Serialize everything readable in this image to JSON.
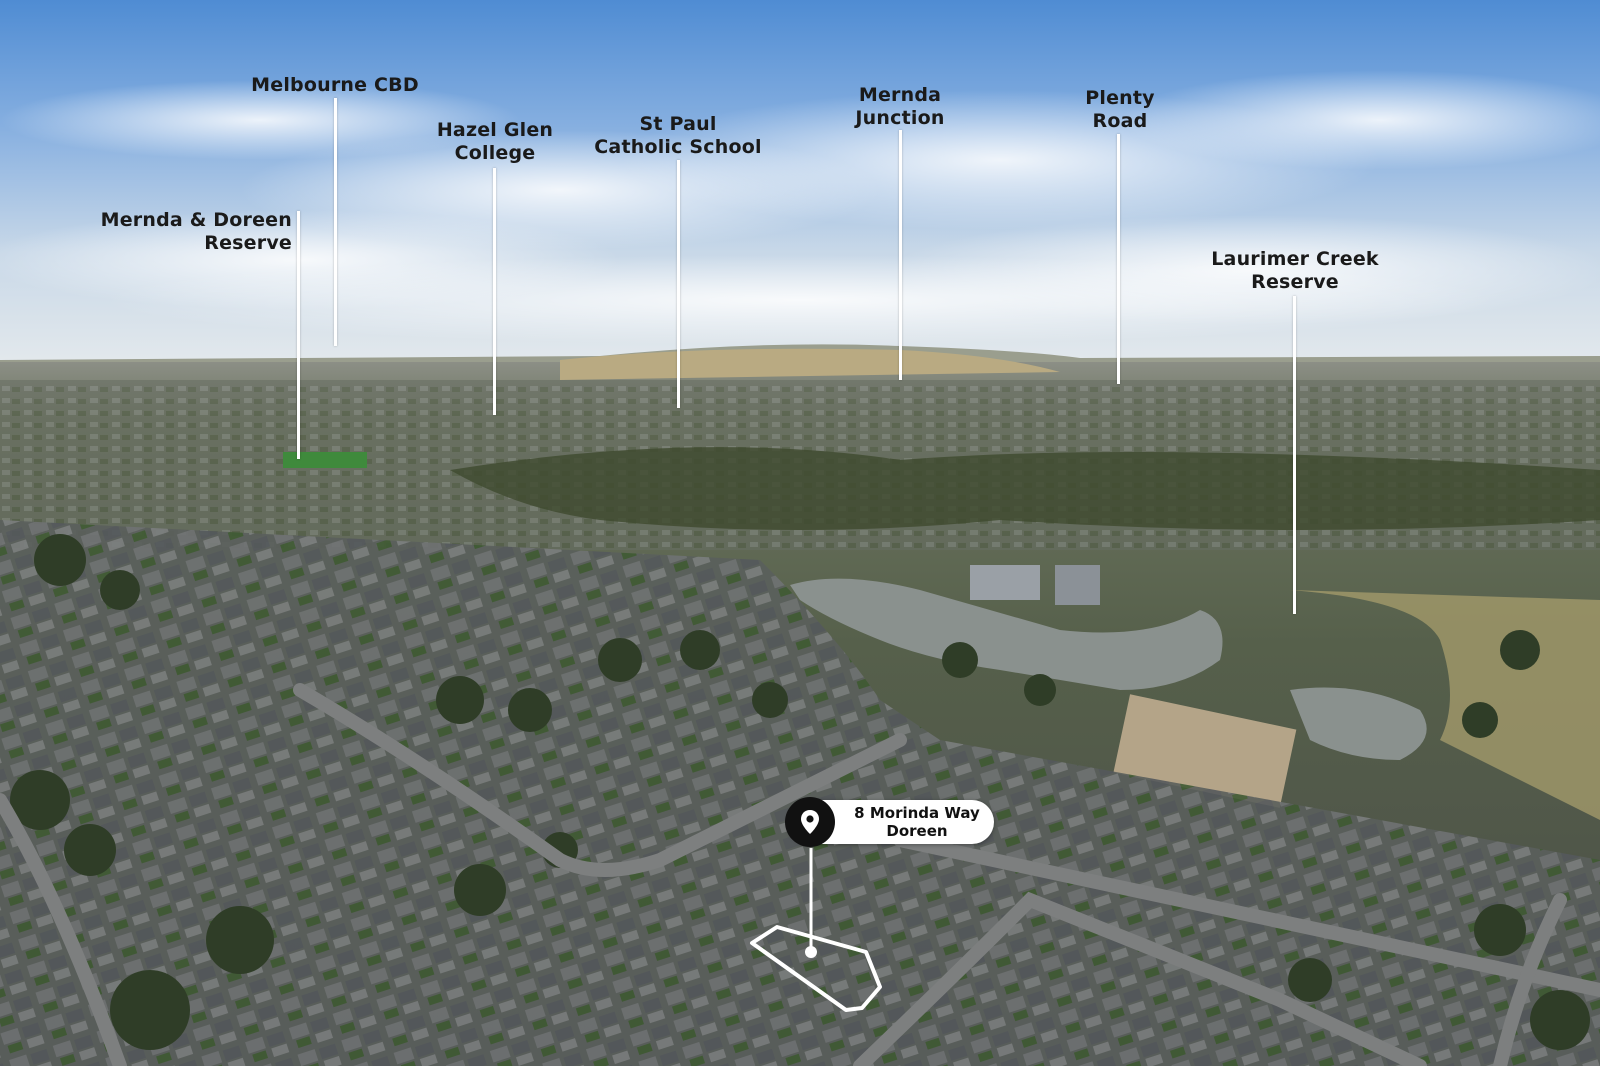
{
  "image": {
    "description_colors": {
      "sky_top": "#5f97d6",
      "sky_horizon": "#dfe6ec",
      "ground": "#4e5a48",
      "water": "#7e8a88",
      "label_text": "#1a1a1a"
    }
  },
  "poi_labels": [
    {
      "id": "mernda-doreen-reserve",
      "lines": [
        "Mernda & Doreen",
        "Reserve"
      ]
    },
    {
      "id": "melbourne-cbd",
      "lines": [
        "Melbourne CBD"
      ]
    },
    {
      "id": "hazel-glen-college",
      "lines": [
        "Hazel Glen",
        "College"
      ]
    },
    {
      "id": "st-paul-catholic-school",
      "lines": [
        "St Paul",
        "Catholic School"
      ]
    },
    {
      "id": "mernda-junction",
      "lines": [
        "Mernda",
        "Junction"
      ]
    },
    {
      "id": "plenty-road",
      "lines": [
        "Plenty",
        "Road"
      ]
    },
    {
      "id": "laurimer-creek-reserve",
      "lines": [
        "Laurimer Creek",
        "Reserve"
      ]
    }
  ],
  "property_pin": {
    "line1": "8 Morinda Way",
    "line2": "Doreen",
    "icon": "map-pin-icon"
  }
}
